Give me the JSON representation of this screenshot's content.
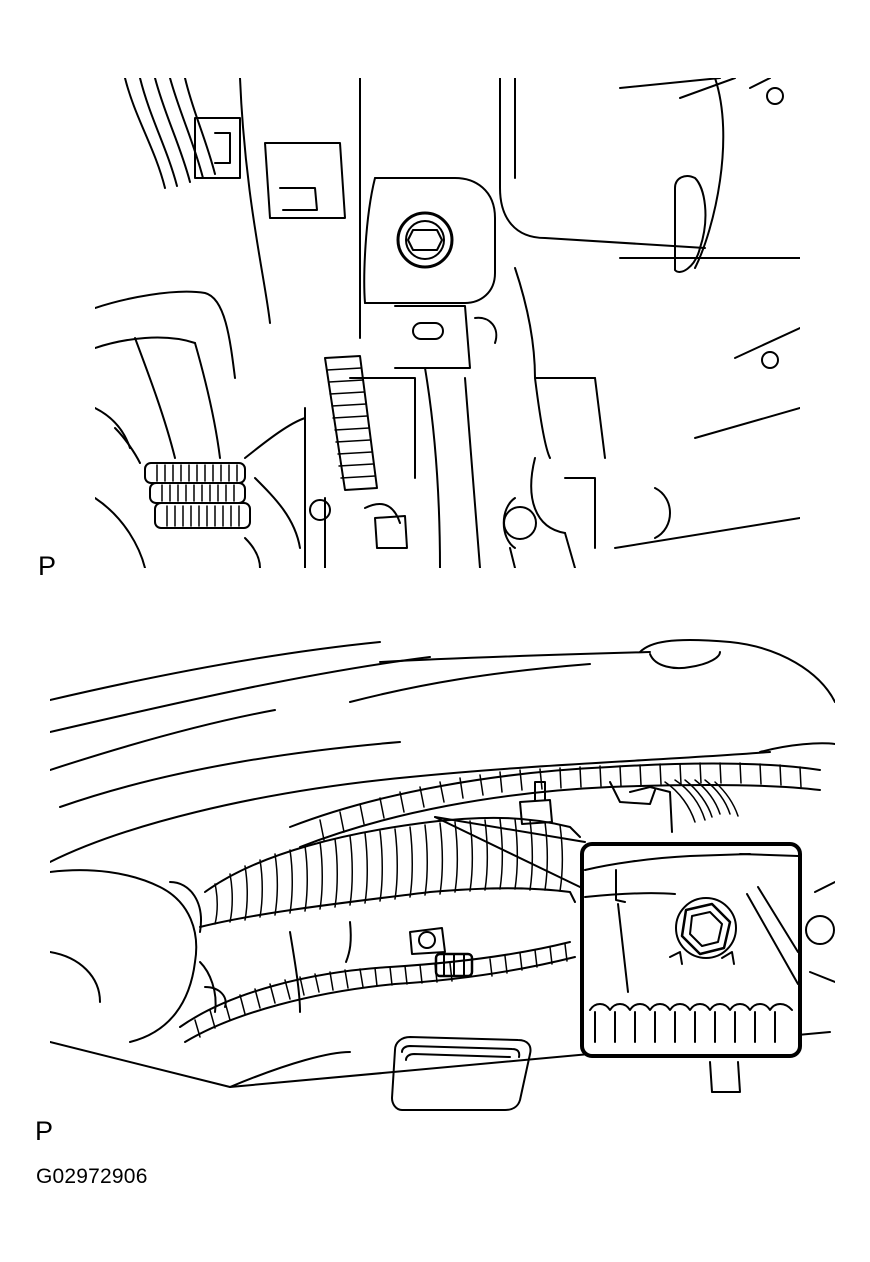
{
  "figure": {
    "top_panel": {
      "label": "P"
    },
    "bottom_panel": {
      "label": "P"
    },
    "figure_code": "G02972906",
    "line_color": "#000000",
    "background_color": "#ffffff"
  }
}
